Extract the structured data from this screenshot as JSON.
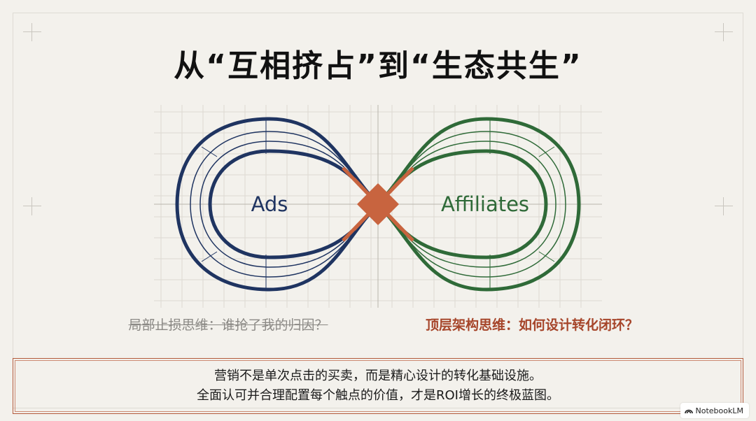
{
  "slide": {
    "title": "从“互相挤占”到“生态共生”"
  },
  "diagram": {
    "left_label": "Ads",
    "right_label": "Affiliates",
    "colors": {
      "ads": "#1f3461",
      "affiliates": "#2f6a38",
      "intersection": "#c8643f",
      "grid": "#d9d6cf"
    }
  },
  "captions": {
    "left": "局部止损思维：谁抢了我的归因？",
    "right": "顶层架构思维：如何设计转化闭环？"
  },
  "summary": {
    "line1": "营销不是单次点击的买卖，而是精心设计的转化基础设施。",
    "line2": "全面认可并合理配置每个触点的价值，才是ROI增长的终极蓝图。"
  },
  "badge": {
    "label": "NotebookLM",
    "icon": "notebooklm-icon"
  }
}
